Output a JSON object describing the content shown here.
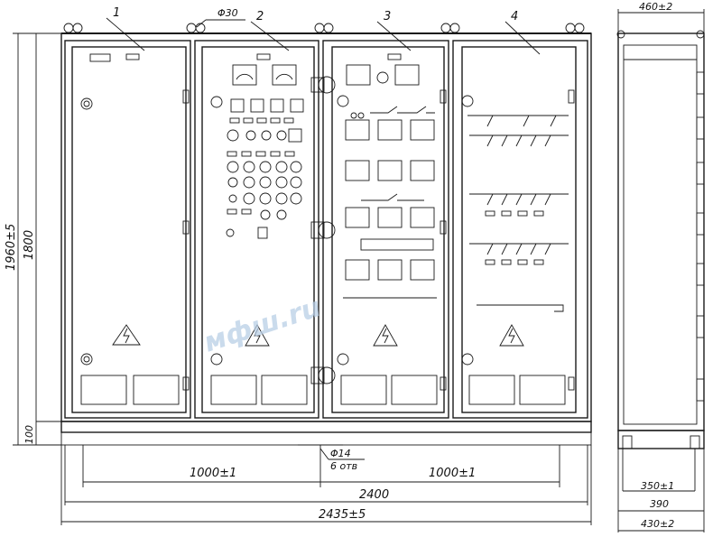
{
  "panels": {
    "labels": [
      "1",
      "2",
      "3",
      "4"
    ]
  },
  "dimensions": {
    "hole_diameter_top": "Φ30",
    "side_depth_top": "460±2",
    "height_total": "1960±5",
    "height_inner": "1800",
    "base_height": "100",
    "hole_diameter_bottom": "Φ14",
    "hole_count": "6 отв",
    "span_left": "1000±1",
    "span_right": "1000±1",
    "width_inner": "2400",
    "width_total": "2435±5",
    "side_depth_1": "350±1",
    "side_depth_2": "390",
    "side_depth_3": "430±2"
  },
  "watermark": {
    "text": "мфш.ru"
  },
  "colors": {
    "line": "#1a1a1a",
    "watermark": "#b9cfe6"
  }
}
